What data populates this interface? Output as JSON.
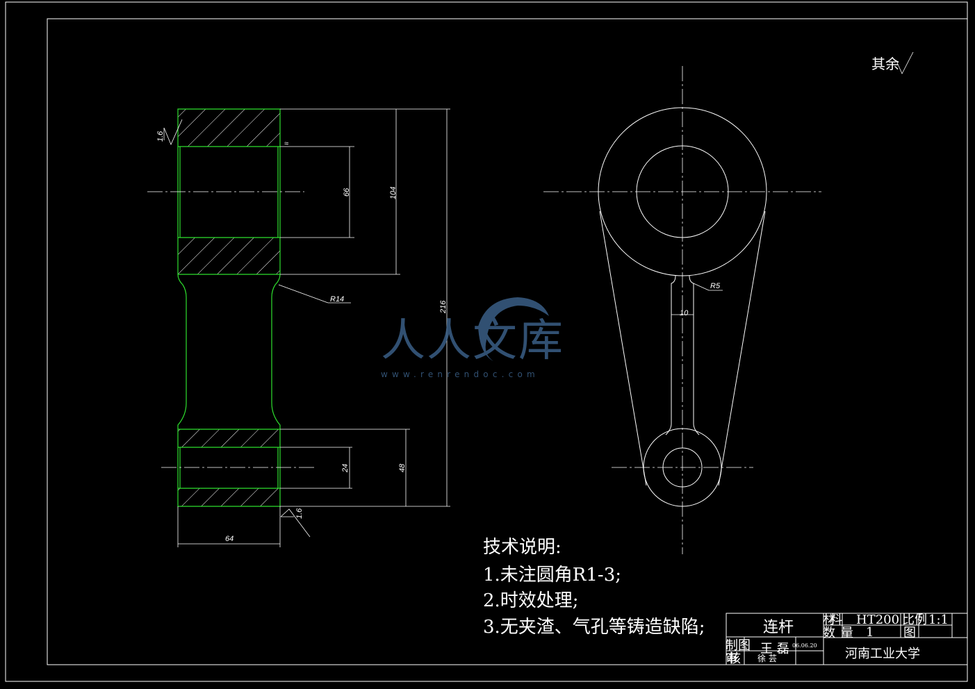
{
  "surface_note": {
    "text": "其余"
  },
  "dimensions": {
    "d_1_6": "1.6",
    "d_66": "66",
    "d_104": "104",
    "d_216": "216",
    "d_R14": "R14",
    "d_24": "24",
    "d_48": "48",
    "d_64": "64",
    "d_1_6b": "1.6",
    "d_R5": "R5",
    "d_10": "10"
  },
  "notes": {
    "title": "技术说明:",
    "items": [
      "1.未注圆角R1-3;",
      "2.时效处理;",
      "3.无夹渣、气孔等铸造缺陷;"
    ]
  },
  "title_block": {
    "part_name": "连杆",
    "material_label": "材料",
    "material": "HT200",
    "scale_label": "比例",
    "scale": "1:1",
    "quantity_label": "数量",
    "quantity": "1",
    "drawing_no_label": "图",
    "drawn_label": "制图",
    "drawn_by": "王 磊",
    "date": "06.06.20",
    "checked_label": "审核",
    "checked_by": "徐 芸",
    "school": "河南工业大学"
  },
  "watermark": {
    "text": "人人文库",
    "url": "www.renrendoc.com"
  },
  "colors": {
    "background": "#000000",
    "line": "#ffffff",
    "section": "#2ee02e",
    "watermark": "#3a5f86"
  }
}
